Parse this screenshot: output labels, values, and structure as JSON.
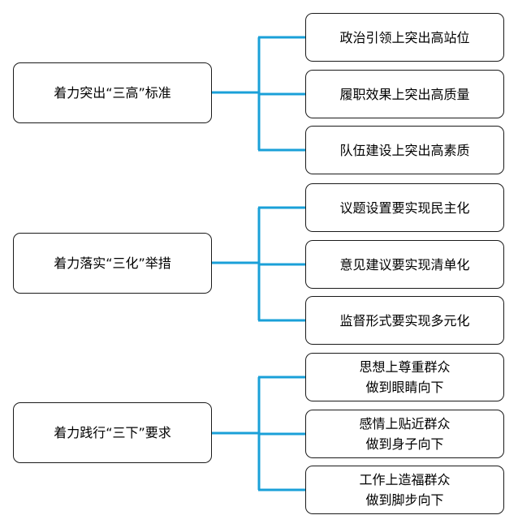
{
  "diagram": {
    "line_color": "#1aa0d8",
    "groups": [
      {
        "label": "着力突出“三高”标准",
        "items": [
          {
            "lines": [
              "政治引领上突出高站位"
            ]
          },
          {
            "lines": [
              "履职效果上突出高质量"
            ]
          },
          {
            "lines": [
              "队伍建设上突出高素质"
            ]
          }
        ]
      },
      {
        "label": "着力落实“三化”举措",
        "items": [
          {
            "lines": [
              "议题设置要实现民主化"
            ]
          },
          {
            "lines": [
              "意见建议要实现清单化"
            ]
          },
          {
            "lines": [
              "监督形式要实现多元化"
            ]
          }
        ]
      },
      {
        "label": "着力践行“三下”要求",
        "items": [
          {
            "lines": [
              "思想上尊重群众",
              "做到眼睛向下"
            ]
          },
          {
            "lines": [
              "感情上贴近群众",
              "做到身子向下"
            ]
          },
          {
            "lines": [
              "工作上造福群众",
              "做到脚步向下"
            ]
          }
        ]
      }
    ]
  }
}
